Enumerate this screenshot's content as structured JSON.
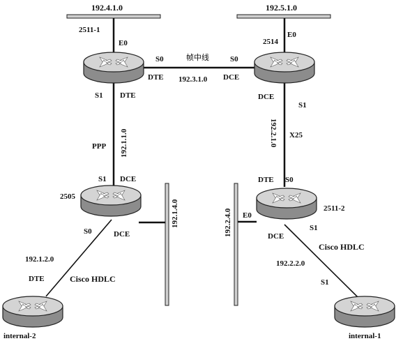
{
  "routers": {
    "r2511_1": {
      "name": "2511-1",
      "e0": "E0",
      "s0": "S0",
      "s0_role": "DTE",
      "s1": "S1",
      "s1_role": "DTE"
    },
    "r2514": {
      "name": "2514",
      "e0": "E0",
      "s0": "S0",
      "s0_role": "DCE",
      "s1": "S1",
      "s1_role": "DCE"
    },
    "r2505": {
      "name": "2505",
      "s1": "S1",
      "s1_role": "DCE",
      "s0": "S0",
      "s0_role": "DCE"
    },
    "r2511_2": {
      "name": "2511-2",
      "s0_role": "DTE",
      "s0": "S0",
      "e0": "E0",
      "s1": "S1",
      "s1_role": "DCE"
    },
    "internal_2": {
      "name": "internal-2",
      "role": "DTE"
    },
    "internal_1": {
      "name": "internal-1",
      "s1": "S1"
    }
  },
  "networks": {
    "top_left": "192.4.1.0",
    "top_right": "192.5.1.0",
    "frame_relay": "192.3.1.0",
    "ppp": "192.1.1.0",
    "x25": "192.2.1.0",
    "lan_2505": "192.1.4.0",
    "lan_2511_2": "192.2.4.0",
    "hdlc_left": "192.1.2.0",
    "hdlc_right": "192.2.2.0"
  },
  "links": {
    "frame_relay": "帧中线",
    "ppp": "PPP",
    "x25": "X25",
    "hdlc_left": "Cisco HDLC",
    "hdlc_right": "Cisco HDLC"
  },
  "colors": {
    "router_top": "#d4d4d4",
    "router_side": "#8c8c8c",
    "router_outline": "#222222",
    "bus_fill": "#cfcfcf",
    "line": "#111111"
  },
  "icons": {
    "router": "router-icon",
    "bus": "ethernet-bus"
  }
}
